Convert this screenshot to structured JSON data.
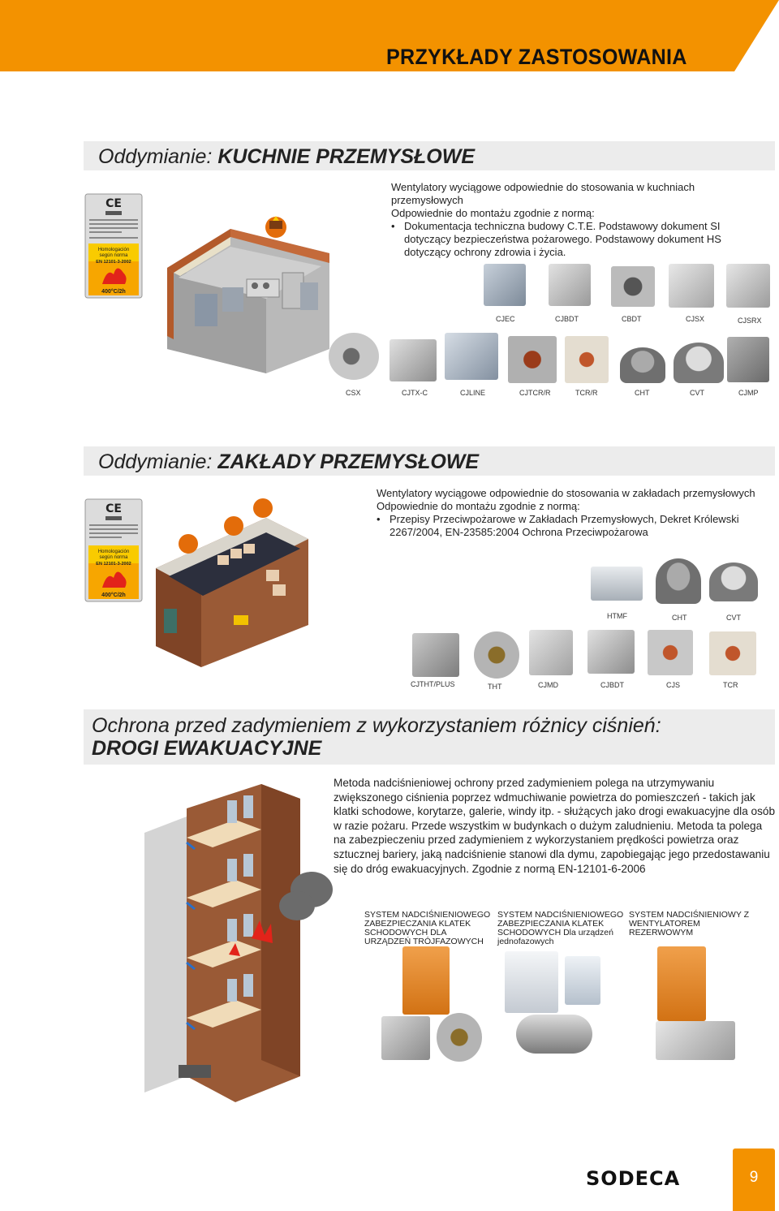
{
  "header": {
    "title": "PRZYKŁADY ZASTOSOWANIA"
  },
  "section1": {
    "title_prefix": "Oddymianie:",
    "title_main": "KUCHNIE PRZEMYSŁOWE",
    "line1": "Wentylatory wyciągowe odpowiednie do stosowania w kuchniach przemysłowych",
    "line2": "Odpowiednie do montażu zgodnie z normą:",
    "bullet": "Dokumentacja techniczna budowy C.T.E. Podstawowy dokument SI dotyczący bezpieczeństwa pożarowego. Podstawowy dokument HS dotyczący ochrony zdrowia i życia.",
    "row1": [
      "CJEC",
      "CJBDT",
      "CBDT",
      "CJSX",
      "CJSRX"
    ],
    "row2": [
      "CSX",
      "CJTX-C",
      "CJLINE",
      "CJTCR/R",
      "TCR/R",
      "CHT",
      "CVT",
      "CJMP"
    ]
  },
  "section2": {
    "title_prefix": "Oddymianie:",
    "title_main": "ZAKŁADY PRZEMYSŁOWE",
    "line1": "Wentylatory wyciągowe odpowiednie do stosowania w zakładach przemysłowych",
    "line2": "Odpowiednie do montażu zgodnie z normą:",
    "bullet": "Przepisy Przeciwpożarowe w Zakładach Przemysłowych, Dekret Królewski 2267/2004, EN-23585:2004 Ochrona Przeciwpożarowa",
    "row1": [
      "HTMF",
      "CHT",
      "CVT"
    ],
    "row2": [
      "CJTHT/PLUS",
      "THT",
      "CJMD",
      "CJBDT",
      "CJS",
      "TCR"
    ]
  },
  "section3": {
    "title_line1": "Ochrona przed zadymieniem z wykorzystaniem różnicy ciśnień:",
    "title_line2": "DROGI EWAKUACYJNE",
    "paragraph": "Metoda nadciśnieniowej ochrony przed zadymieniem polega na utrzymywaniu zwiększonego ciśnienia poprzez wdmuchiwanie powietrza do pomieszczeń - takich jak klatki schodowe, korytarze, galerie, windy itp. - służących jako drogi ewakuacyjne dla osób w razie pożaru. Przede wszystkim w budynkach o dużym zaludnieniu. Metoda ta polega na zabezpieczeniu przed zadymieniem z wykorzystaniem prędkości powietrza oraz sztucznej bariery, jaką nadciśnienie stanowi dla dymu, zapobiegając jego przedostawaniu się do dróg ewakuacyjnych. Zgodnie z normą EN-12101-6-2006",
    "systems": [
      "SYSTEM NADCIŚNIENIOWEGO ZABEZPIECZANIA KLATEK SCHODOWYCH DLA URZĄDZEŃ TRÓJFAZOWYCH",
      "SYSTEM NADCIŚNIENIOWEGO ZABEZPIECZANIA KLATEK SCHODOWYCH Dla urządzeń jednofazowych",
      "SYSTEM NADCIŚNIENIOWY Z WENTYLATOREM REZERWOWYM"
    ]
  },
  "label_cert": {
    "line1": "Homologación",
    "line2": "según norma",
    "line3": "EN 12101-3-2002",
    "temp": "400°C/2h"
  },
  "footer": {
    "logo": "SODECA",
    "page": "9"
  },
  "colors": {
    "accent": "#f39200",
    "bar": "#ececec"
  }
}
